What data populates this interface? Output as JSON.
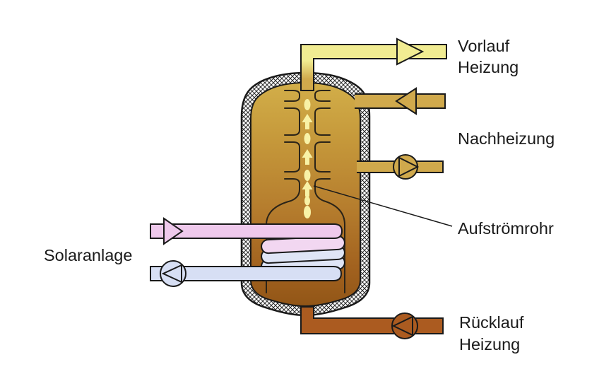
{
  "figure": {
    "type": "schematic",
    "subject": "stratified solar storage tank with upflow pipe",
    "labels": {
      "vorlauf_line1": "Vorlauf",
      "vorlauf_line2": "Heizung",
      "nachheizung": "Nachheizung",
      "aufstroemrohr": "Aufströmrohr",
      "solaranlage": "Solaranlage",
      "ruecklauf_line1": "Rücklauf",
      "ruecklauf_line2": "Heizung"
    },
    "colors": {
      "vorlauf_pipe": "#f1ec92",
      "nachheizung_pipe": "#d0a94c",
      "solar_supply_pipe": "#efc9ec",
      "solar_coil_pink": "#f2d7f1",
      "solar_return_pipe": "#d7dff4",
      "solar_coil_blue": "#dfe5f6",
      "ruecklauf_pipe": "#ab5b20",
      "tank_top": "#d4b24c",
      "tank_upper": "#c79b3c",
      "tank_mid": "#b67e2e",
      "tank_lower": "#a2621f",
      "tank_bottom": "#8e5315",
      "flow_marker": "#f8f2a6",
      "outline": "#1a1a1a"
    },
    "icons": {
      "pump_icon": "circle with inscribed triangle showing flow direction",
      "flow_arrow_icon": "solid triangle arrowhead on pipe",
      "flow_up_arrow_icon": "small pale upward arrow inside riser tube",
      "flow_dot_icon": "pale vertical ellipse droplet inside riser tube"
    }
  }
}
